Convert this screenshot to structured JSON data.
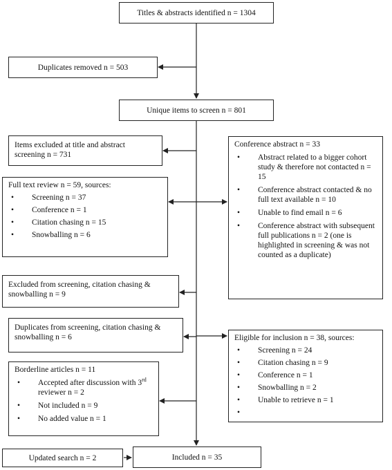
{
  "titles": "Titles & abstracts identified n = 1304",
  "duplicates_removed": "Duplicates removed n = 503",
  "unique_items": "Unique items to screen n = 801",
  "excluded_title_abstract": "Items excluded at title and abstract screening n = 731",
  "full_text": {
    "header": "Full text review n = 59, sources:",
    "items": [
      "Screening n = 37",
      "Conference n = 1",
      "Citation chasing n = 15",
      "Snowballing n = 6"
    ]
  },
  "conference_abstract": {
    "header": "Conference abstract n = 33",
    "items": [
      "Abstract related to a bigger cohort study & therefore not contacted n = 15",
      "Conference abstract contacted & no full text available n = 10",
      "Unable to find email n = 6",
      "Conference abstract with subsequent full publications n = 2 (one is highlighted in screening & was not counted as a duplicate)"
    ]
  },
  "excluded_screening": "Excluded from screening, citation chasing & snowballing n = 9",
  "duplicates_screening": "Duplicates from screening, citation chasing & snowballing n = 6",
  "borderline": {
    "header": "Borderline articles n = 11",
    "item1_pre": "Accepted after discussion with 3",
    "item1_sup": "rd",
    "item1_post": " reviewer n = 2",
    "items": [
      "Not included n = 9",
      "No added value n = 1"
    ]
  },
  "eligible": {
    "header": "Eligible for inclusion n = 38, sources:",
    "items": [
      "Screening n = 24",
      "Citation chasing n = 9",
      "Conference n = 1",
      "Snowballing n = 2",
      "Unable to retrieve n = 1",
      ""
    ]
  },
  "updated_search": "Updated search n = 2",
  "included": "Included n = 35"
}
